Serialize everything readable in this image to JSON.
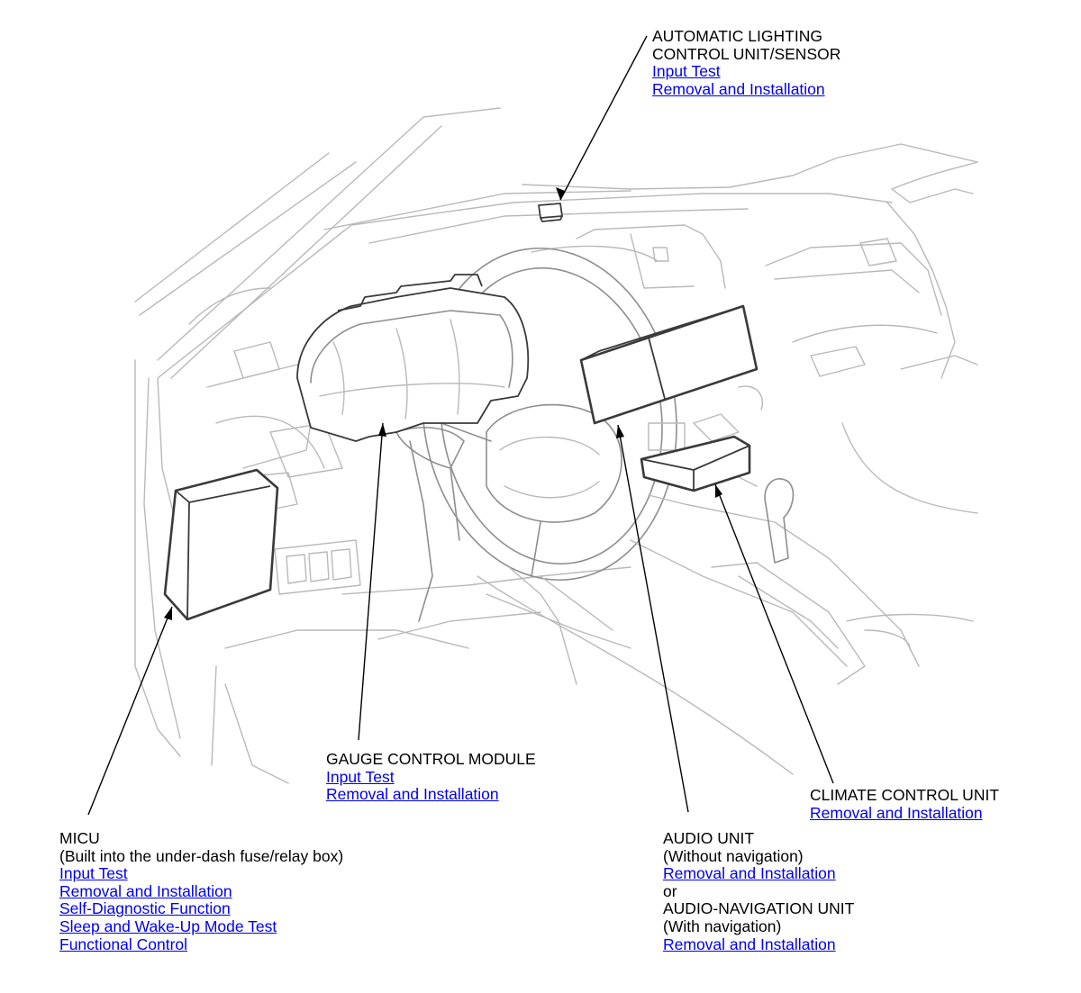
{
  "callouts": {
    "lighting": {
      "title_lines": [
        "AUTOMATIC LIGHTING",
        "CONTROL UNIT/SENSOR"
      ],
      "links": [
        "Input Test",
        "Removal and Installation"
      ]
    },
    "gauge": {
      "title_lines": [
        "GAUGE CONTROL MODULE"
      ],
      "links": [
        "Input Test",
        "Removal and Installation"
      ]
    },
    "climate": {
      "title_lines": [
        "CLIMATE CONTROL UNIT"
      ],
      "links": [
        "Removal and Installation"
      ]
    },
    "micu": {
      "title_lines": [
        "MICU",
        "(Built into the under-dash fuse/relay box)"
      ],
      "links": [
        "Input Test",
        "Removal and Installation",
        "Self-Diagnostic Function",
        "Sleep and Wake-Up Mode Test",
        "Functional Control"
      ]
    },
    "audio": {
      "title_lines": [
        "AUDIO UNIT",
        "(Without navigation)"
      ],
      "link1": "Removal and Installation",
      "separator": "or",
      "title2_lines": [
        "AUDIO-NAVIGATION UNIT",
        "(With navigation)"
      ],
      "link2": "Removal and Installation"
    }
  },
  "colors": {
    "link": "#0000ee",
    "text": "#000000",
    "drawing": "#3a3a3a"
  }
}
